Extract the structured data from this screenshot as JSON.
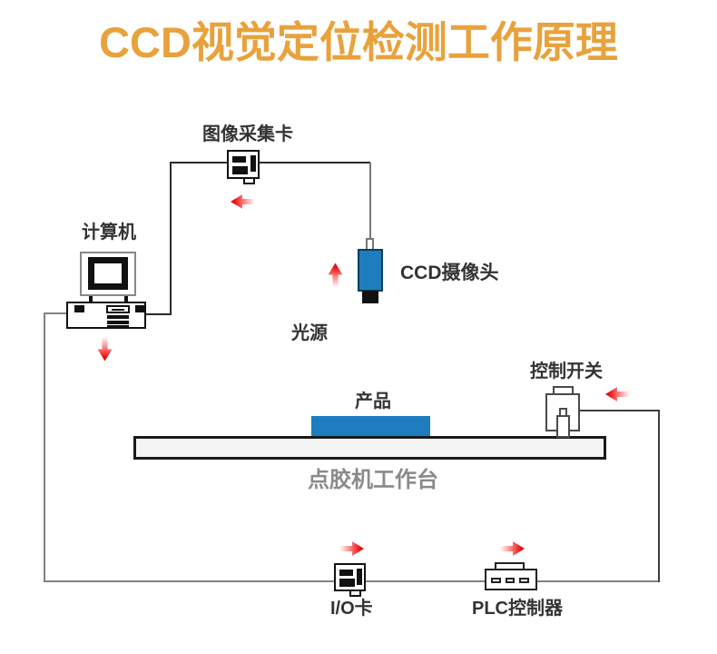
{
  "title": "CCD视觉定位检测工作原理",
  "labels": {
    "capture_card": "图像采集卡",
    "computer": "计算机",
    "ccd_camera": "CCD摄像头",
    "light_source": "光源",
    "product": "产品",
    "control_switch": "控制开关",
    "worktable": "点胶机工作台",
    "io_card": "I/O卡",
    "plc": "PLC控制器"
  },
  "colors": {
    "title_orange": "#E8A23C",
    "device_blue": "#1E7DBE",
    "arrow_red": "#EE0A0A",
    "worktable_label_gray": "#8A8A8A",
    "line_dark": "#2B2B2B",
    "line_gray": "#828282"
  },
  "icons": {
    "capture_card": "capture-card-icon (css-shape)",
    "computer": "desktop-computer-icon (css-shape)",
    "ccd_camera": "ccd-camera-icon (css-shape)",
    "control_switch": "control-switch-icon (css-shape)",
    "io_card": "io-card-icon (css-shape)",
    "plc": "plc-controller-icon (css-shape)",
    "flow_arrows": "red-gradient-arrow (css-shape)"
  }
}
